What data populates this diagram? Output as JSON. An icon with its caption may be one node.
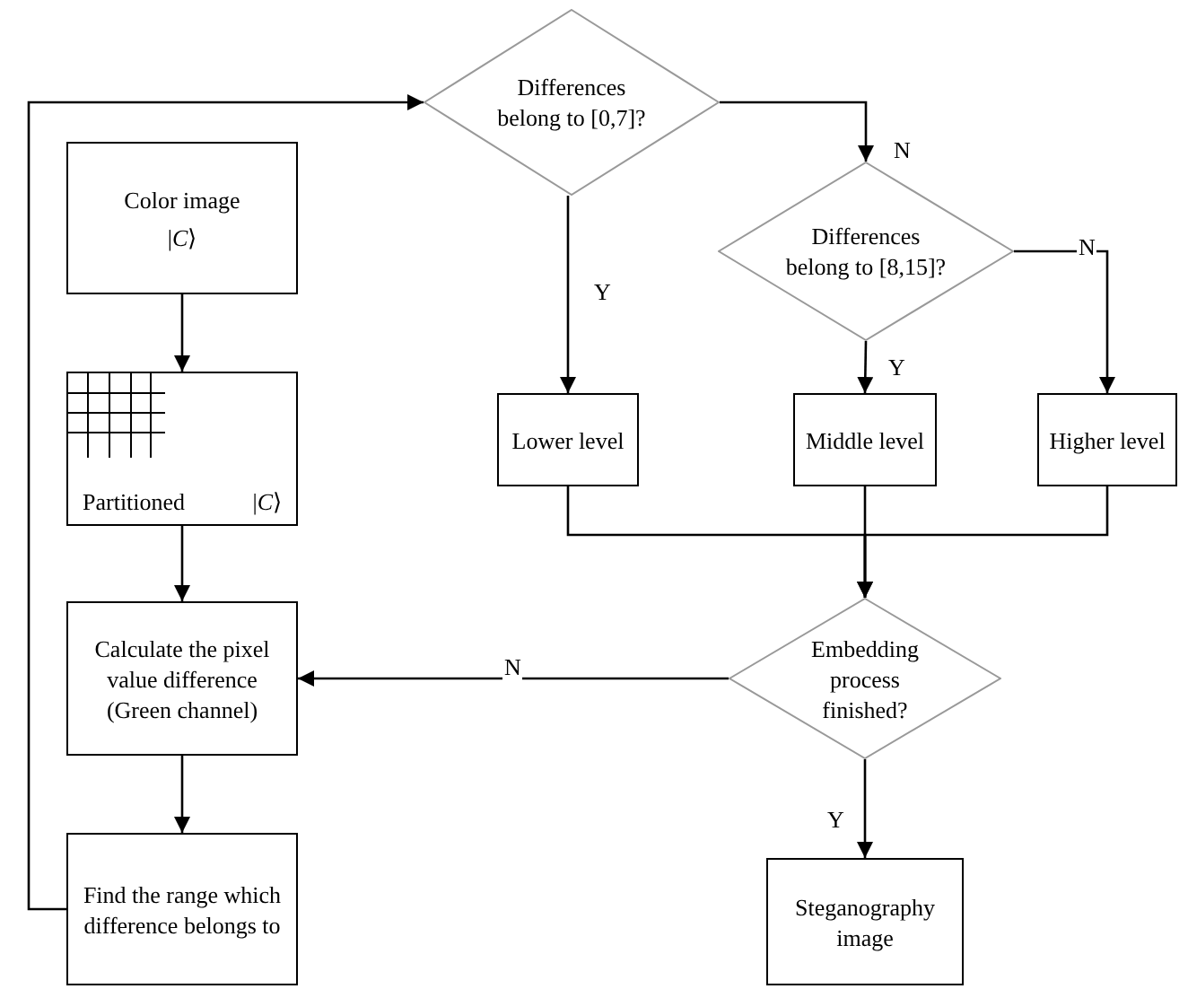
{
  "diagram": {
    "nodes": [
      {
        "text": [
          "Color image",
          "|*C*⟩"
        ]
      },
      {
        "text": [
          "Differences belong to [0,7]?"
        ]
      },
      {
        "text": [
          "Differences belong to [8,15]?"
        ]
      },
      {
        "text": [
          "Partitioned",
          "|*C*⟩"
        ]
      },
      {
        "text": [
          "Lower level"
        ]
      },
      {
        "text": [
          "Middle level"
        ]
      },
      {
        "text": [
          "Higher level"
        ]
      },
      {
        "text": [
          "Calculate the pixel value difference (Green channel)"
        ]
      },
      {
        "text": [
          "Embedding process finished?"
        ]
      },
      {
        "text": [
          "Find the range which difference belongs to"
        ]
      },
      {
        "text": [
          "Steganography image"
        ]
      }
    ],
    "edges": [
      {
        "from": 0,
        "to": 3,
        "arrow": "to"
      },
      {
        "from": 3,
        "to": 7,
        "arrow": "to"
      },
      {
        "from": 7,
        "to": 9,
        "arrow": "to"
      },
      {
        "from": 9,
        "to": 1,
        "arrow": "to"
      },
      {
        "from": 1,
        "to": 4,
        "arrow": "to",
        "label": "Y"
      },
      {
        "from": 1,
        "to": 2,
        "arrow": "to",
        "label": "N"
      },
      {
        "from": 2,
        "to": 5,
        "arrow": "to",
        "label": "Y"
      },
      {
        "from": 2,
        "to": 6,
        "arrow": "to",
        "label": "N"
      },
      {
        "from": 4,
        "to": 8,
        "arrow": "to"
      },
      {
        "from": 5,
        "to": 8,
        "arrow": "to"
      },
      {
        "from": 6,
        "to": 8,
        "arrow": "to"
      },
      {
        "from": 8,
        "to": 7,
        "arrow": "to",
        "label": "N"
      },
      {
        "from": 8,
        "to": 10,
        "arrow": "to",
        "label": "Y"
      }
    ]
  }
}
